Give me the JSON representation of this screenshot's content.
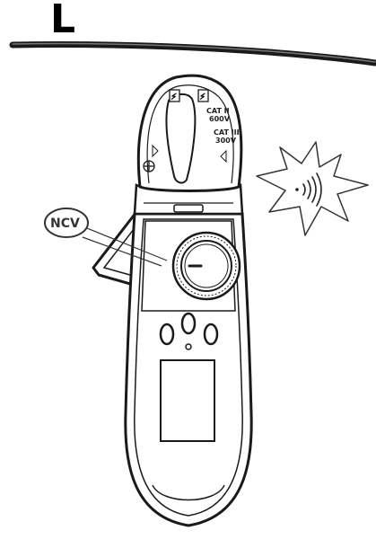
{
  "wire_label": "L",
  "callout_label": "NCV",
  "jaw_markings": {
    "warning_symbol_left": "⚡",
    "warning_symbol_right": "⚡",
    "cat_line_1": "CAT II",
    "cat_line_2": "600V",
    "cat_line_3": "CAT III",
    "cat_line_4": "300V"
  },
  "colors": {
    "outline": "#1a1a1a",
    "background": "#ffffff",
    "glow_fill": "#ffffff"
  },
  "icons": {
    "ncv_signal": "sound-waves-icon",
    "wire": "live-wire-icon"
  }
}
